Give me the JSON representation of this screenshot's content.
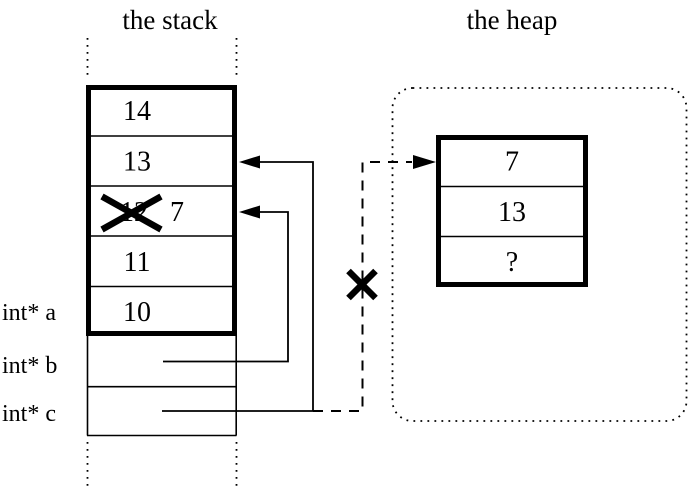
{
  "stack": {
    "title": "the stack",
    "cells": [
      "14",
      "13",
      "12",
      "11",
      "10"
    ],
    "crossed_new_value": "7",
    "var_labels": [
      "int* a",
      "int* b",
      "int* c"
    ]
  },
  "heap": {
    "title": "the heap",
    "cells": [
      "7",
      "13",
      "?"
    ]
  },
  "colors": {
    "ink": "#000000",
    "background": "#ffffff"
  }
}
